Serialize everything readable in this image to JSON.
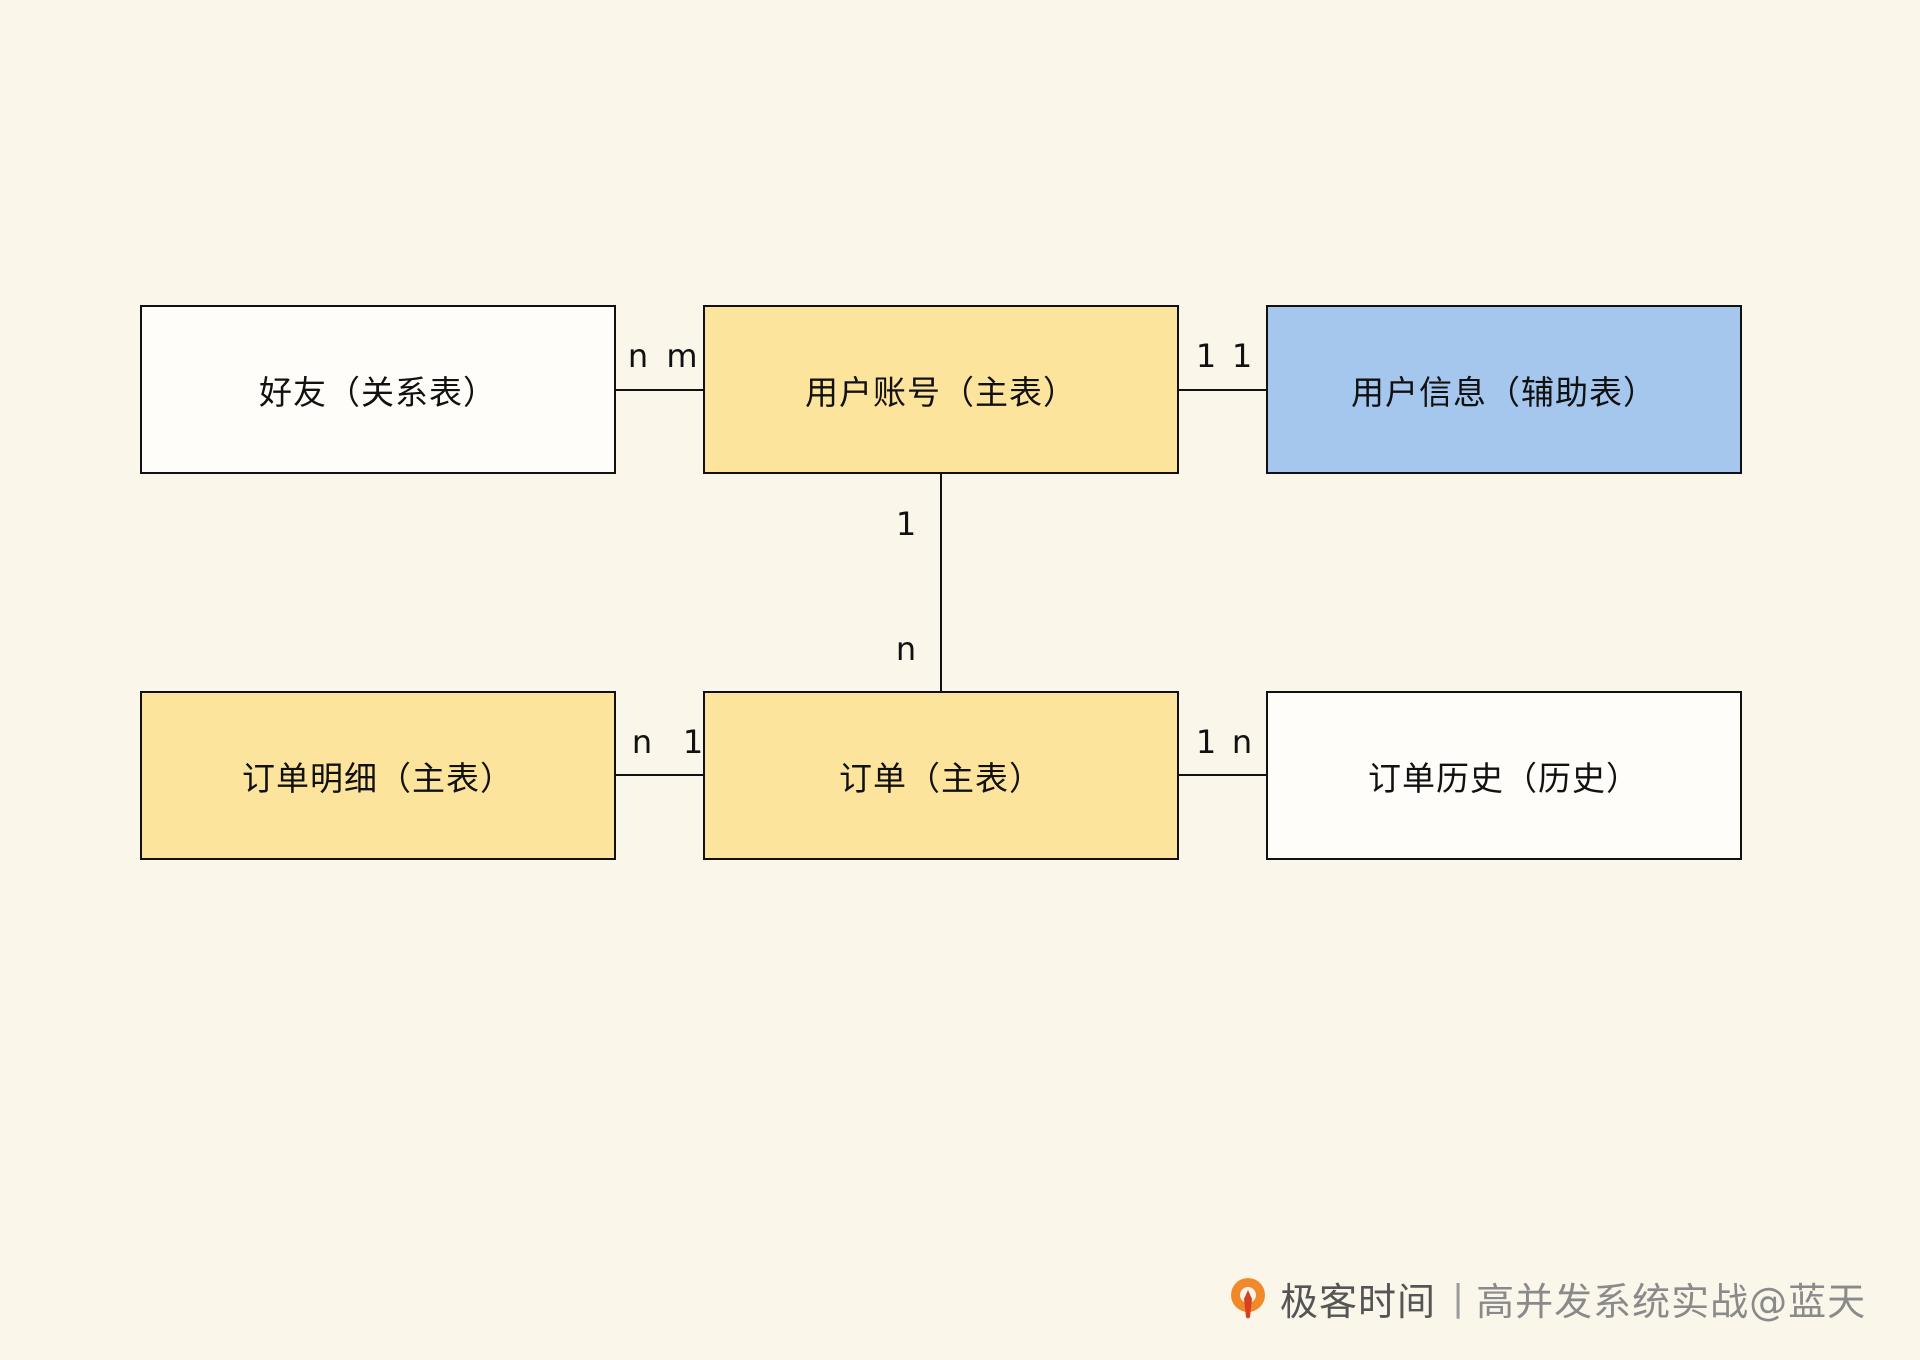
{
  "diagram": {
    "nodes": [
      {
        "id": "friends",
        "label": "好友（关系表）",
        "fill": "#fffdf9"
      },
      {
        "id": "user_account",
        "label": "用户账号（主表）",
        "fill": "#fde49d"
      },
      {
        "id": "user_info",
        "label": "用户信息（辅助表）",
        "fill": "#a5c6ed"
      },
      {
        "id": "order_detail",
        "label": "订单明细（主表）",
        "fill": "#fde49d"
      },
      {
        "id": "order",
        "label": "订单（主表）",
        "fill": "#fde49d"
      },
      {
        "id": "order_history",
        "label": "订单历史（历史）",
        "fill": "#fffdf9"
      }
    ],
    "edges": [
      {
        "from": "friends",
        "to": "user_account",
        "from_card": "n",
        "to_card": "m"
      },
      {
        "from": "user_account",
        "to": "user_info",
        "from_card": "1",
        "to_card": "1"
      },
      {
        "from": "user_account",
        "to": "order",
        "from_card": "1",
        "to_card": "n"
      },
      {
        "from": "order_detail",
        "to": "order",
        "from_card": "n",
        "to_card": "1"
      },
      {
        "from": "order",
        "to": "order_history",
        "from_card": "1",
        "to_card": "n"
      }
    ]
  },
  "watermark": {
    "logo_icon": "geektime-logo-icon",
    "brand": "极客时间",
    "separator": "|",
    "course": "高并发系统实战@蓝天"
  },
  "colors": {
    "background": "#fbf6ea",
    "primary_table": "#fde49d",
    "auxiliary_table": "#a5c6ed",
    "plain_table": "#fffdf9",
    "stroke": "#111111",
    "logo_orange": "#f0892a",
    "logo_red": "#d9401f"
  }
}
